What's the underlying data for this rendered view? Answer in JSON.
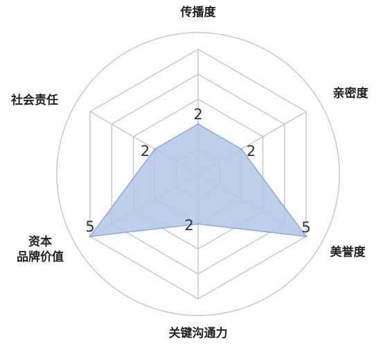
{
  "chart_data": {
    "type": "radar",
    "axes": [
      "传播度",
      "亲密度",
      "美誉度",
      "关键沟通力",
      "资本品牌价值",
      "社会责任"
    ],
    "axis_label_lines": [
      [
        "传播度"
      ],
      [
        "亲密度"
      ],
      [
        "美誉度"
      ],
      [
        "关键沟通力"
      ],
      [
        "资本",
        "品牌价值"
      ],
      [
        "社会责任"
      ]
    ],
    "values": [
      2,
      2,
      5,
      2,
      5,
      2
    ],
    "value_labels": [
      "2",
      "2",
      "5",
      "2",
      "5",
      "2"
    ],
    "rmax": 5,
    "levels": 5,
    "outer_circle": true,
    "grid": true,
    "colors": {
      "fill": "#b4c6e7",
      "stroke": "#8ea9db",
      "grid": "#c8c8c8"
    }
  }
}
